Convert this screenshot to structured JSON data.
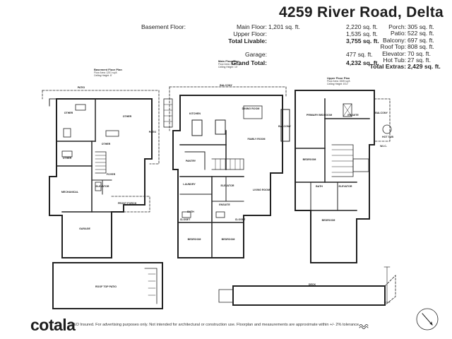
{
  "header": {
    "address": "4259 River Road, Delta"
  },
  "areas_left": [
    {
      "label": "Basement Floor:",
      "value": "1,201 sq. ft.",
      "bold": false
    },
    {
      "label": "Main Floor:",
      "value": "2,220 sq. ft.",
      "bold": false
    },
    {
      "label": "Upper Floor:",
      "value": "1,535 sq. ft.",
      "bold": false
    },
    {
      "label": "Total Livable:",
      "value": "3,755 sq. ft.",
      "bold": true
    },
    {
      "label": "Garage:",
      "value": "477 sq. ft.",
      "bold": false
    },
    {
      "label": "Grand Total:",
      "value": "4,232 sq. ft.",
      "bold": true
    }
  ],
  "areas_right": [
    {
      "label": "Porch:",
      "value": "305 sq. ft.",
      "bold": false
    },
    {
      "label": "Patio:",
      "value": "522 sq. ft.",
      "bold": false
    },
    {
      "label": "Balcony:",
      "value": "697 sq. ft.",
      "bold": false
    },
    {
      "label": "Roof Top:",
      "value": "808 sq. ft.",
      "bold": false
    },
    {
      "label": "Elevator:",
      "value": "70 sq. ft.",
      "bold": false
    },
    {
      "label": "Hot Tub:",
      "value": "27 sq. ft.",
      "bold": false
    },
    {
      "label": "Total Extras:",
      "value": "2,429 sq. ft.",
      "bold": true
    }
  ],
  "plans": {
    "basement": {
      "title": "Basement Floor Plan",
      "area": "Floor Area: 1201 sq.ft.",
      "ceiling": "Ceiling Height: 8'"
    },
    "main": {
      "title": "Main Floor Plan",
      "area": "Floor Area: 2220 sq.ft.",
      "ceiling": "Ceiling Height: 10'"
    },
    "upper": {
      "title": "Upper Floor Plan",
      "area": "Floor Area: 1535 sq.ft.",
      "ceiling": "Ceiling Height: 8'11\""
    }
  },
  "rooms": {
    "basement": [
      "PATIO",
      "OTHER",
      "OTHER",
      "OTHER",
      "PATIO",
      "OTHER",
      "FOYER",
      "ELEVATOR",
      "MECHANICAL",
      "FRONT PORCH",
      "GARAGE",
      "ROOF TOP PATIO"
    ],
    "main": [
      "BALCONY",
      "KITCHEN",
      "DINING ROOM",
      "FAMILY ROOM",
      "BALCONY",
      "PANTRY",
      "LAUNDRY",
      "ELEVATOR",
      "LIVING ROOM",
      "BATH",
      "ENSUITE",
      "CLOSET",
      "CLOSET",
      "BEDROOM",
      "BEDROOM",
      "DECK"
    ],
    "upper": [
      "PRIMARY BEDROOM",
      "ENSUITE",
      "BALCONY",
      "HOT TUB",
      "W.I.C.",
      "BEDROOM",
      "BATH",
      "ELEVATOR",
      "BEDROOM"
    ]
  },
  "footer": {
    "brand": "cotala",
    "disclaimer": "E&O Insured. For advertising purposes only. Not intended for architectural or construction use. Floorplan and measurements are approximate within +/- 2% tolerance."
  },
  "icons": {
    "compass": "north-arrow-icon",
    "wave": "wave-icon"
  }
}
